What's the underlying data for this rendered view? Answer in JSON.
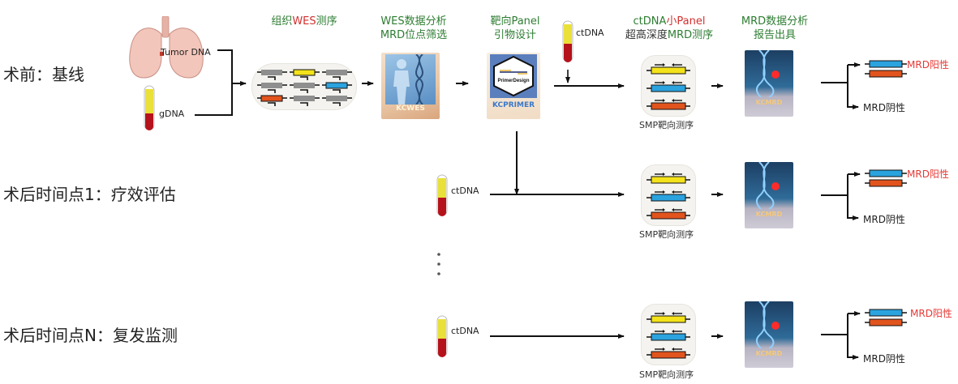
{
  "stages": [
    {
      "id": "baseline",
      "label": "术前：基线"
    },
    {
      "id": "timepoint-1",
      "label": "术后时间点1：疗效评估"
    },
    {
      "id": "timepoint-n",
      "label": "术后时间点N：复发监测"
    }
  ],
  "headers": {
    "wes_seq": {
      "part1": "组织",
      "part2": "WES",
      "part3": "测序"
    },
    "wes_analysis": {
      "line1": "WES数据分析",
      "line2": "MRD位点筛选"
    },
    "panel_design": {
      "line1": "靶向Panel",
      "line2": "引物设计"
    },
    "ctdna_panel": {
      "line1a": "ctDNA",
      "line1b": "小Panel",
      "line2a": "超高深度",
      "line2b": "MRD测序"
    },
    "mrd_report": {
      "line1": "MRD数据分析",
      "line2": "报告出具"
    }
  },
  "samples": {
    "tumor": "Tumor DNA",
    "germline": "gDNA",
    "ctdna": "ctDNA"
  },
  "cards": {
    "kcwes": {
      "title": "KCWES",
      "subtitle": "WES全外显子组测序分析"
    },
    "kcprimer": {
      "title": "KCPRIMER",
      "logo": "PrimerDesign"
    },
    "kcmrd": {
      "title": "KCMRD"
    }
  },
  "smp_caption": "SMP靶向测序",
  "results": {
    "positive": "MRD阳性",
    "negative": "MRD阴性"
  },
  "ellipsis": "⋮",
  "colors": {
    "green": "#2e7d32",
    "red": "#d32f2f",
    "yellow": "#f4e21a",
    "blue": "#2aa3df",
    "orange": "#e2541d",
    "gray": "#8f8f8f",
    "blood": "#b5121b"
  }
}
